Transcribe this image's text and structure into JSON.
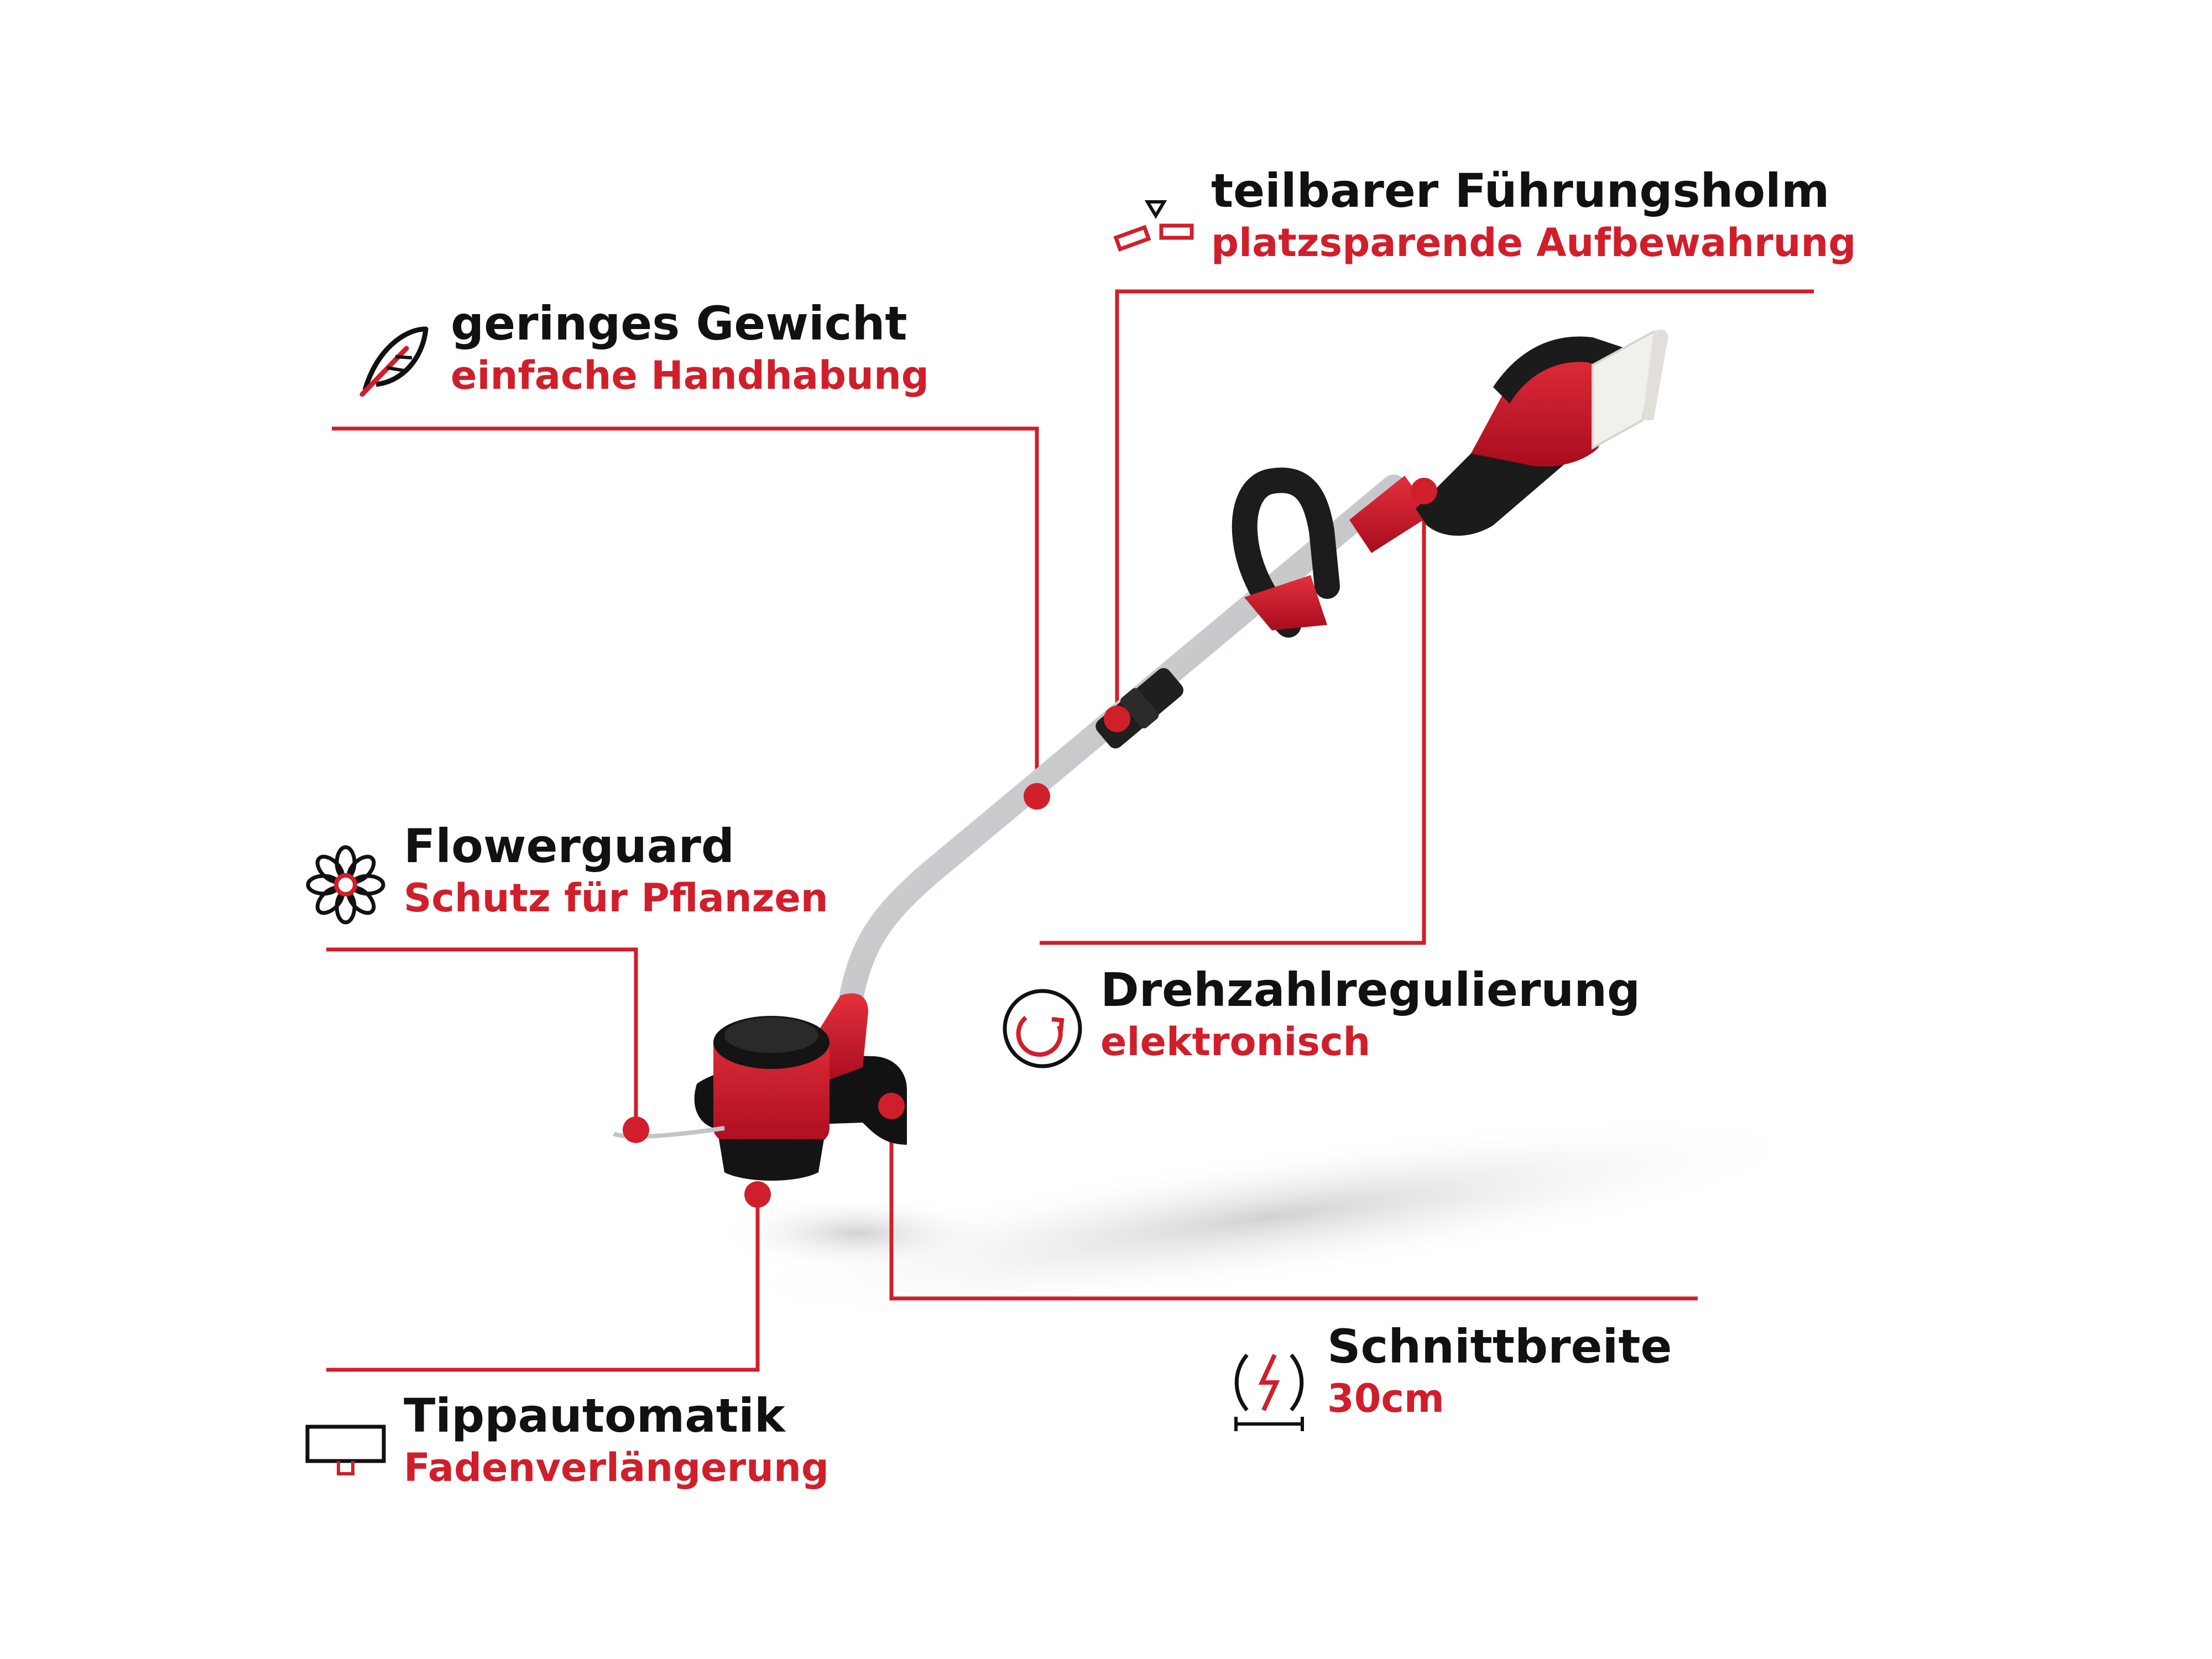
{
  "colors": {
    "accent": "#d01f2b",
    "text": "#111111",
    "shaft": "#c9cbcd",
    "body_red": "#c8102e",
    "body_black": "#1a1a1a",
    "battery_slot": "#f2f0ec",
    "background": "#ffffff"
  },
  "features": [
    {
      "id": "weight",
      "icon": "feather-icon",
      "title": "geringes Gewicht",
      "subtitle": "einfache Handhabung"
    },
    {
      "id": "shaft",
      "icon": "split-shaft-icon",
      "title": "teilbarer Führungsholm",
      "subtitle": "platzsparende Aufbewahrung"
    },
    {
      "id": "flowerguard",
      "icon": "flower-icon",
      "title": "Flowerguard",
      "subtitle": "Schutz für Pflanzen"
    },
    {
      "id": "speed",
      "icon": "rotation-arrow-icon",
      "title": "Drehzahlregulierung",
      "subtitle": "elektronisch"
    },
    {
      "id": "width",
      "icon": "cutting-width-icon",
      "title": "Schnittbreite",
      "subtitle": "30cm"
    },
    {
      "id": "tip",
      "icon": "tip-automatic-icon",
      "title": "Tippautomatik",
      "subtitle": "Fadenverlängerung"
    }
  ]
}
